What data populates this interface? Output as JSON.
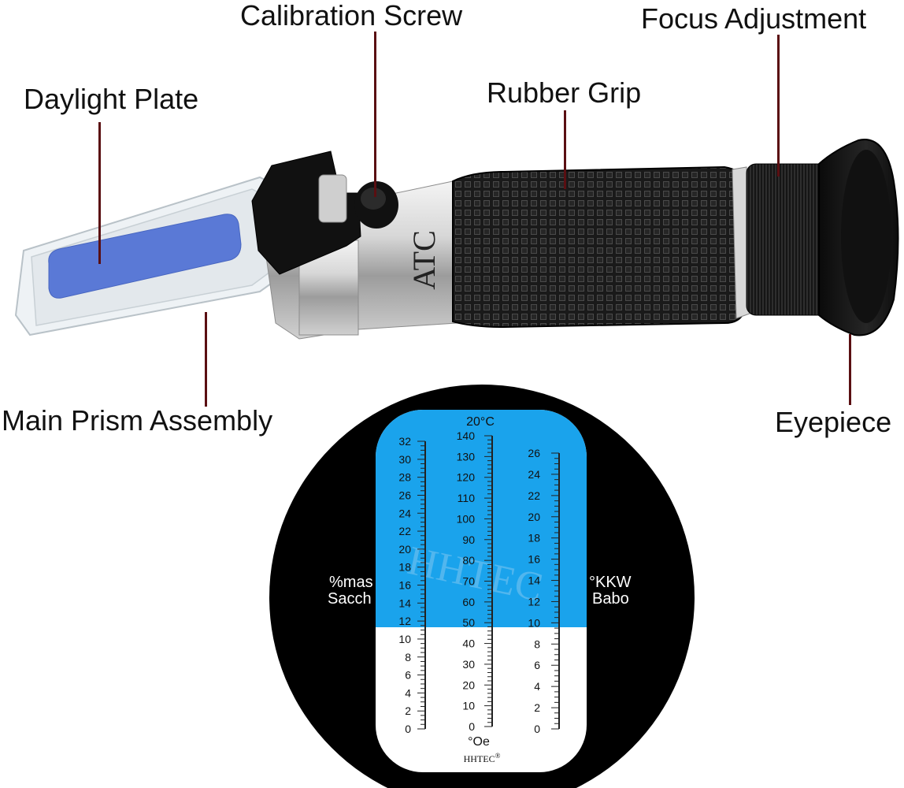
{
  "callouts": {
    "daylight_plate": "Daylight Plate",
    "calibration_screw": "Calibration Screw",
    "focus_adjustment": "Focus Adjustment",
    "rubber_grip": "Rubber Grip",
    "main_prism_assembly": "Main Prism Assembly",
    "eyepiece": "Eyepiece"
  },
  "device": {
    "atc_mark": "ATC"
  },
  "scale_view": {
    "temperature": "20°C",
    "left_unit_line1": "%mas",
    "left_unit_line2": "Sacch",
    "right_unit_line1": "°KKW",
    "right_unit_line2": "Babo",
    "center_unit": "°Oe",
    "brand": "HHTEC",
    "brand_mark": "®",
    "watermark": "HHTEC",
    "colors": {
      "field_blue": "#1aa3ec",
      "field_white": "#ffffff",
      "surround": "#000000"
    },
    "left_scale": [
      0,
      2,
      4,
      6,
      8,
      10,
      12,
      14,
      16,
      18,
      20,
      22,
      24,
      26,
      28,
      30,
      32
    ],
    "center_scale": [
      0,
      10,
      20,
      30,
      40,
      50,
      60,
      70,
      80,
      90,
      100,
      110,
      120,
      130,
      140
    ],
    "right_scale": [
      0,
      2,
      4,
      6,
      8,
      10,
      12,
      14,
      16,
      18,
      20,
      22,
      24,
      26
    ]
  }
}
